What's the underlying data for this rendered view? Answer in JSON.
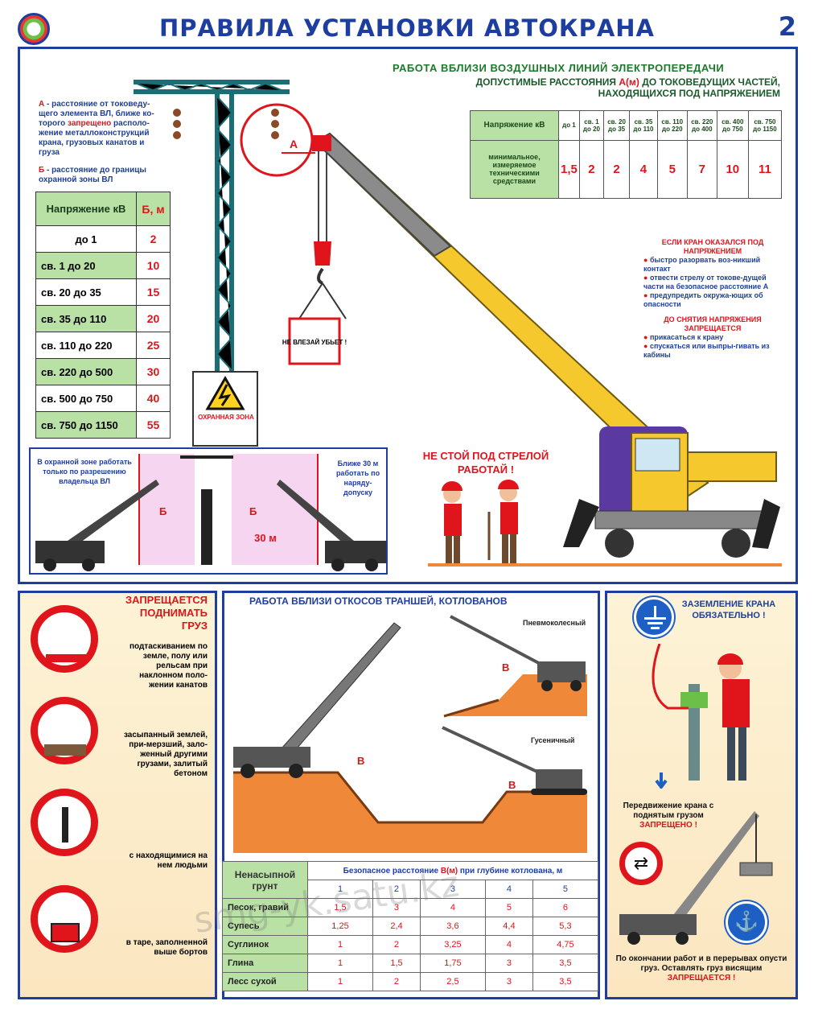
{
  "header": {
    "title": "ПРАВИЛА УСТАНОВКИ АВТОКРАНА",
    "page_number": "2"
  },
  "legend_a": {
    "letter": "А",
    "text_1": " - расстояние от токоведу-щего элемента ВЛ, ближе ко-торого ",
    "text_red": "запрещено",
    "text_2": " располо-жение металлоконструкций крана, грузовых канатов и груза"
  },
  "legend_b": {
    "letter": "Б",
    "text": " - расстояние до границы охранной зоны ВЛ"
  },
  "zone_table": {
    "header_voltage": "Напряжение кВ",
    "header_b": "Б, м",
    "rows": [
      {
        "label": "до 1",
        "value": "2"
      },
      {
        "label": "св. 1    до 20",
        "value": "10"
      },
      {
        "label": "св. 20   до 35",
        "value": "15"
      },
      {
        "label": "св. 35   до 110",
        "value": "20"
      },
      {
        "label": "св. 110 до 220",
        "value": "25"
      },
      {
        "label": "св. 220 до 500",
        "value": "30"
      },
      {
        "label": "св. 500 до 750",
        "value": "40"
      },
      {
        "label": "св. 750 до 1150",
        "value": "55"
      }
    ]
  },
  "tower": {
    "label_a": "А",
    "sign_text": "НЕ ВЛЕЗАЙ УБЬЕТ !",
    "zone_label": "ОХРАННАЯ ЗОНА"
  },
  "powerline": {
    "title": "РАБОТА ВБЛИЗИ ВОЗДУШНЫХ ЛИНИЙ ЭЛЕКТРОПЕРЕДАЧИ",
    "sub_1": "ДОПУСТИМЫЕ РАССТОЯНИЯ ",
    "sub_a": "А(м)",
    "sub_2": " ДО ТОКОВЕДУЩИХ ЧАСТЕЙ,",
    "sub_3": "НАХОДЯЩИХСЯ ПОД НАПРЯЖЕНИЕМ",
    "head_label": "Напряжение кВ",
    "row_label": "минимальное, измеряемое техническими средствами",
    "cols": [
      "до 1",
      "св. 1 до 20",
      "св. 20 до 35",
      "св. 35 до 110",
      "св. 110 до 220",
      "св. 220 до 400",
      "св. 400 до 750",
      "св. 750 до 1150"
    ],
    "vals": [
      "1,5",
      "2",
      "2",
      "4",
      "5",
      "7",
      "10",
      "11"
    ]
  },
  "emergency": {
    "h1": "ЕСЛИ КРАН ОКАЗАЛСЯ ПОД НАПРЯЖЕНИЕМ",
    "i1": "быстро разорвать воз-никший контакт",
    "i2": "отвести стрелу от токове-дущей части на безопасное расстояние А",
    "i3": "предупредить окружа-ющих об опасности",
    "h2": "ДО СНЯТИЯ НАПРЯЖЕНИЯ ЗАПРЕЩАЕТСЯ",
    "i4": "прикасаться к крану",
    "i5": "спускаться или выпры-гивать из кабины"
  },
  "under_boom": {
    "line1": "НЕ СТОЙ ПОД СТРЕЛОЙ",
    "line2": "РАБОТАЙ !"
  },
  "zone_diagram": {
    "left_note": "В охранной зоне работать только по разрешению владельца ВЛ",
    "right_note": "Ближе 30 м работать по наряду-допуску",
    "b1": "Б",
    "b2": "Б",
    "dist": "30 м"
  },
  "lift_ban": {
    "title": "ЗАПРЕЩАЕТСЯ ПОДНИМАТЬ ГРУЗ",
    "items": [
      "подтаскиванием по земле, полу или рельсам при наклонном поло-жении канатов",
      "засыпанный землей, при-мерзший, зало-женный другими грузами, залитый бетоном",
      "с находящимися на нем людьми",
      "в таре, заполненной выше бортов"
    ]
  },
  "slopes": {
    "title": "РАБОТА ВБЛИЗИ ОТКОСОВ ТРАНШЕЙ, КОТЛОВАНОВ",
    "pneumo": "Пневмоколесный",
    "tracked": "Гусеничный",
    "b": "В",
    "table": {
      "h_soil": "Ненасыпной грунт",
      "h_dist_1": "Безопасное расстояние ",
      "h_dist_b": "В(м)",
      "h_dist_2": " при ",
      "h_dist_g": "глубине котлована, м",
      "depths": [
        "1",
        "2",
        "3",
        "4",
        "5"
      ],
      "rows": [
        {
          "soil": "Песок, гравий",
          "vals": [
            "1,5",
            "3",
            "4",
            "5",
            "6"
          ]
        },
        {
          "soil": "Супесь",
          "vals": [
            "1,25",
            "2,4",
            "3,6",
            "4,4",
            "5,3"
          ]
        },
        {
          "soil": "Суглинок",
          "vals": [
            "1",
            "2",
            "3,25",
            "4",
            "4,75"
          ]
        },
        {
          "soil": "Глина",
          "vals": [
            "1",
            "1,5",
            "1,75",
            "3",
            "3,5"
          ]
        },
        {
          "soil": "Лесс сухой",
          "vals": [
            "1",
            "2",
            "2,5",
            "3",
            "3,5"
          ]
        }
      ]
    }
  },
  "grounding": {
    "text": "ЗАЗЕМЛЕНИЕ КРАНА ОБЯЗАТЕЛЬНО !"
  },
  "moving": {
    "text": "Передвижение крана с поднятым грузом",
    "ban": "ЗАПРЕЩЕНО !"
  },
  "finish": {
    "text": "По окончании работ и в перерывах опусти груз. Оставлять груз висящим",
    "ban": "ЗАПРЕЩАЕТСЯ !"
  },
  "watermark": "smg-yk.satu.kz"
}
